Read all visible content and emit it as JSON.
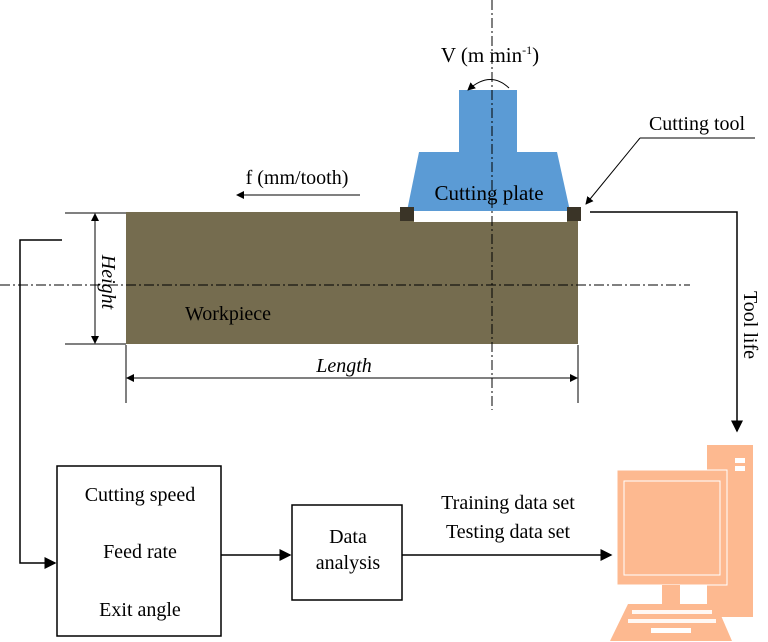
{
  "labels": {
    "speed": "V (m min",
    "speed_sup": "-1",
    "speed_close": ")",
    "cutting_plate": "Cutting plate",
    "cutting_tool": "Cutting tool",
    "feed": "f (mm/tooth)",
    "height": "Height",
    "length": "Length",
    "workpiece": "Workpiece",
    "tool_life": "Tool life"
  },
  "inputs_box": {
    "items": [
      "Cutting speed",
      "Feed rate",
      "Exit angle"
    ]
  },
  "analysis_box": {
    "line1": "Data",
    "line2": "analysis"
  },
  "datasets": {
    "training": "Training data set",
    "testing": "Testing data set"
  },
  "colors": {
    "tool": "#5b9bd5",
    "workpiece": "#756c4f",
    "computer": "#fdb990",
    "insert": "#3a3427"
  }
}
